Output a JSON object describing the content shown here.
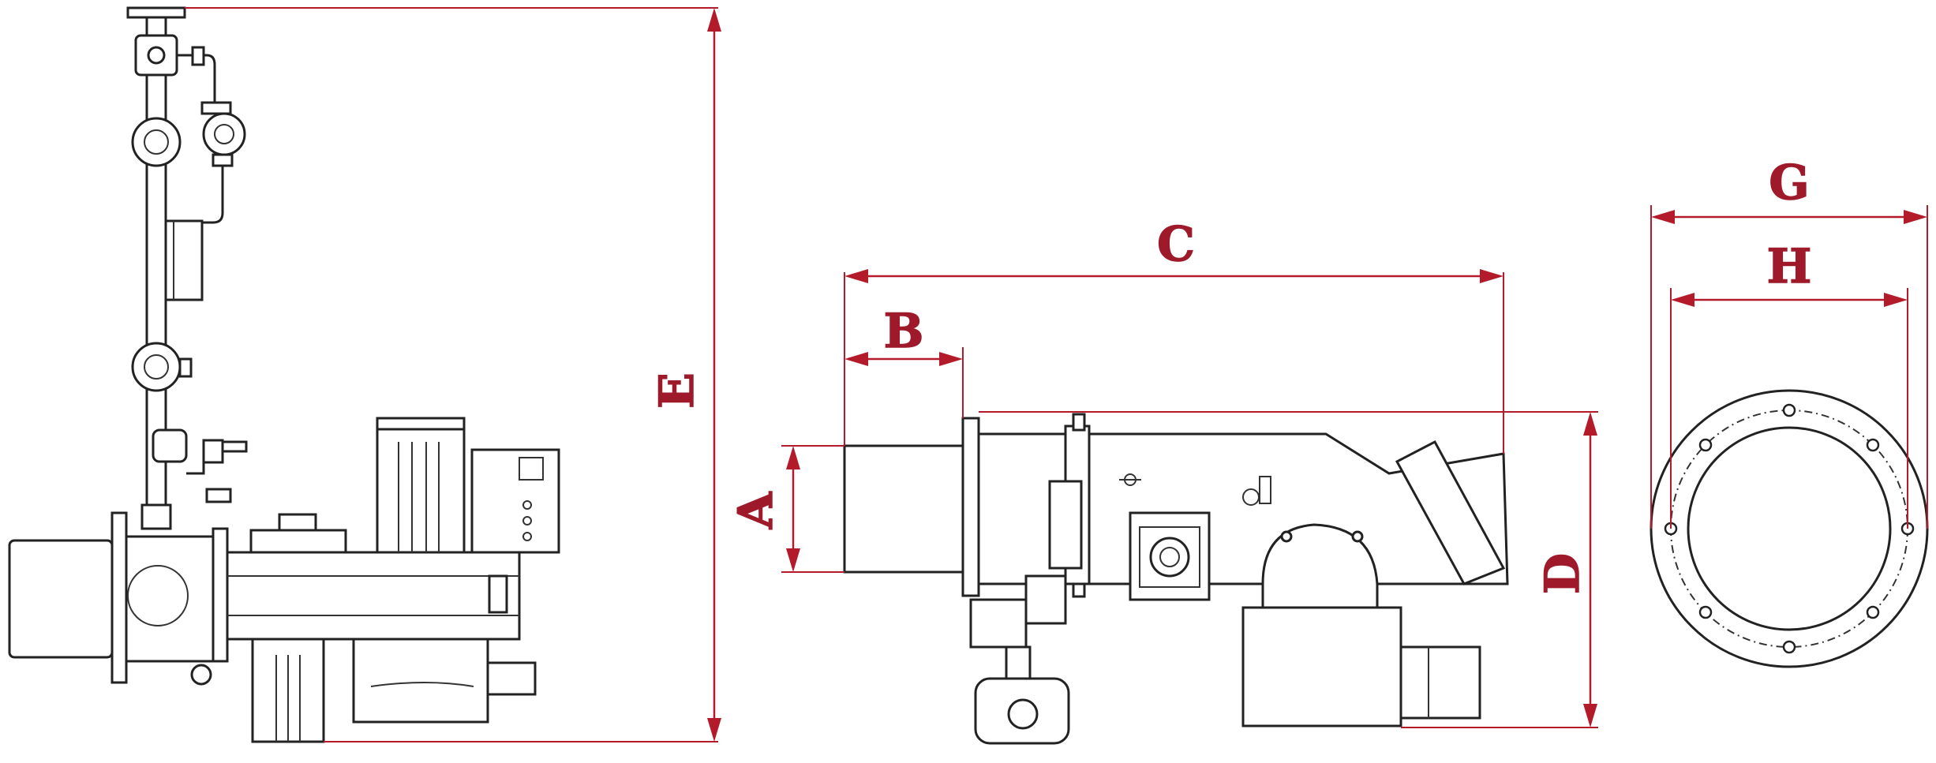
{
  "dimensions": {
    "A": "A",
    "B": "B",
    "C": "C",
    "D": "D",
    "E": "E",
    "G": "G",
    "H": "H"
  },
  "colors": {
    "dimension": "#b31b2b",
    "outline": "#222222",
    "background": "#ffffff"
  },
  "views": [
    "side-view",
    "front-view",
    "flange-view"
  ]
}
